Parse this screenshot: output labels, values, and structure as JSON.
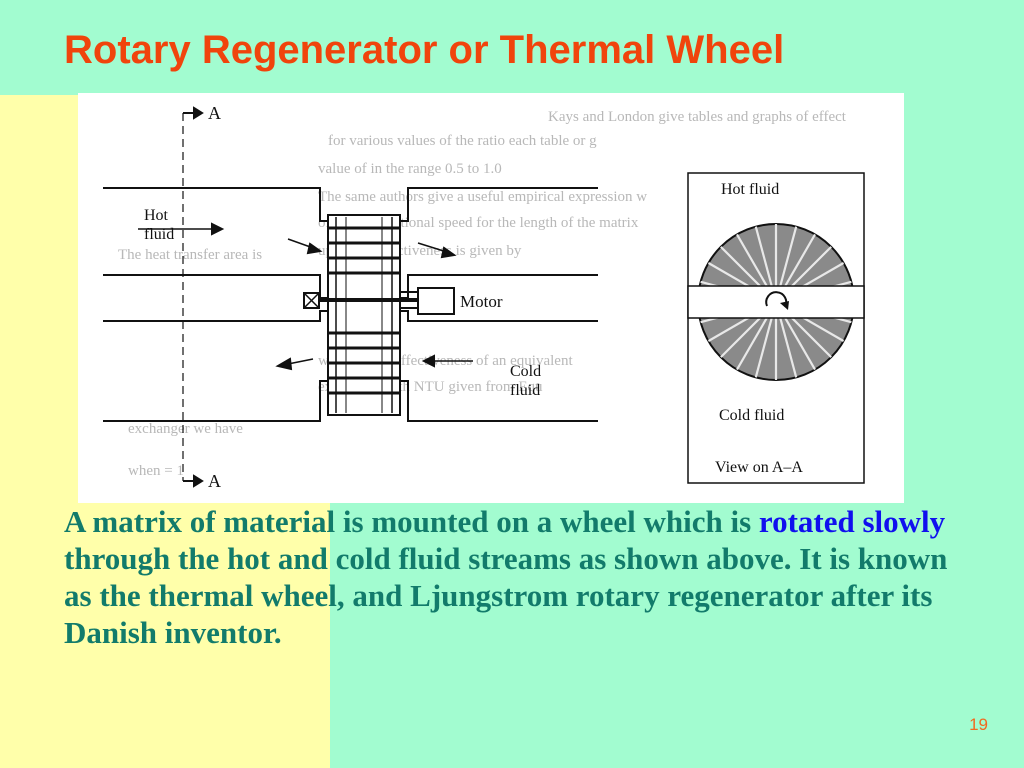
{
  "slide": {
    "title": "Rotary Regenerator or Thermal Wheel",
    "page_number": "19"
  },
  "caption": {
    "part1": "A matrix of material is mounted on a wheel which is ",
    "highlight": "rotated slowly",
    "part2": " through the hot and cold fluid streams as shown above. It is known as the thermal wheel, and Ljungstrom rotary regenerator after its Danish inventor."
  },
  "colors": {
    "title": "#f0440c",
    "caption_text": "#127b6b",
    "caption_highlight": "#1010ee",
    "background": "#a2fcd0",
    "accent_panel": "#ffffaa"
  },
  "diagram": {
    "side_view": {
      "section_label_top": "A",
      "section_label_bottom": "A",
      "hot_fluid_label_line1": "Hot",
      "hot_fluid_label_line2": "fluid",
      "cold_fluid_label_line1": "Cold",
      "cold_fluid_label_line2": "fluid",
      "motor_label": "Motor"
    },
    "end_view": {
      "hot_fluid_label": "Hot fluid",
      "cold_fluid_label": "Cold fluid",
      "view_label": "View on A–A"
    },
    "background_text": [
      "Kays and London give tables and graphs of effect",
      "for various values of the ratio   each table or g",
      "value of   in the range 0.5 to 1.0",
      "The same authors give a useful empirical expression w",
      "of matrix rotational speed for the length of the matrix",
      "upon the effectiveness is given by",
      "The heat transfer area is",
      "where   is the effectiveness of an equivalent",
      "exchanger with NTU given   from Equ",
      "exchanger we have",
      "when  = 1"
    ]
  }
}
